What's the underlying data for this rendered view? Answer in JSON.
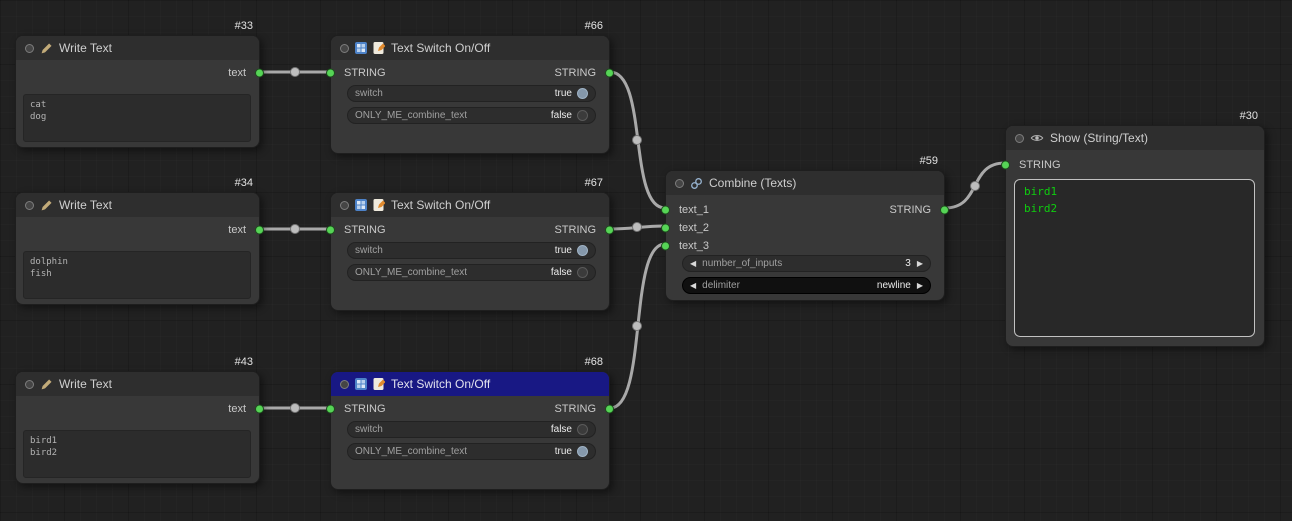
{
  "colors": {
    "selected_title": "#181884",
    "port_green": "#56d456",
    "link_gray": "#a9a9a9",
    "show_text_green": "#0fcc0f"
  },
  "icons": {
    "write_text": "pencil-icon",
    "text_switch": [
      "grid-app-icon",
      "edit-note-icon"
    ],
    "combine": "chain-link-icon",
    "show": "eye-icon"
  },
  "nodes": {
    "write1": {
      "badge": "#33",
      "title": "Write Text",
      "output_label": "text",
      "text": "cat\ndog"
    },
    "write2": {
      "badge": "#34",
      "title": "Write Text",
      "output_label": "text",
      "text": "dolphin\nfish"
    },
    "write3": {
      "badge": "#43",
      "title": "Write Text",
      "output_label": "text",
      "text": "bird1\nbird2"
    },
    "switch1": {
      "badge": "#66",
      "title": "Text Switch On/Off",
      "input_label": "STRING",
      "output_label": "STRING",
      "switch_label": "switch",
      "switch_value": "true",
      "combine_label": "ONLY_ME_combine_text",
      "combine_value": "false"
    },
    "switch2": {
      "badge": "#67",
      "title": "Text Switch On/Off",
      "input_label": "STRING",
      "output_label": "STRING",
      "switch_label": "switch",
      "switch_value": "true",
      "combine_label": "ONLY_ME_combine_text",
      "combine_value": "false"
    },
    "switch3": {
      "badge": "#68",
      "title": "Text Switch On/Off",
      "input_label": "STRING",
      "output_label": "STRING",
      "switch_label": "switch",
      "switch_value": "false",
      "combine_label": "ONLY_ME_combine_text",
      "combine_value": "true"
    },
    "combine": {
      "badge": "#59",
      "title": "Combine (Texts)",
      "inputs": [
        "text_1",
        "text_2",
        "text_3"
      ],
      "output_label": "STRING",
      "inputs_widget_label": "number_of_inputs",
      "inputs_widget_value": "3",
      "delimiter_label": "delimiter",
      "delimiter_value": "newline"
    },
    "show": {
      "badge": "#30",
      "title": "Show (String/Text)",
      "input_label": "STRING",
      "text": "bird1\nbird2"
    }
  }
}
